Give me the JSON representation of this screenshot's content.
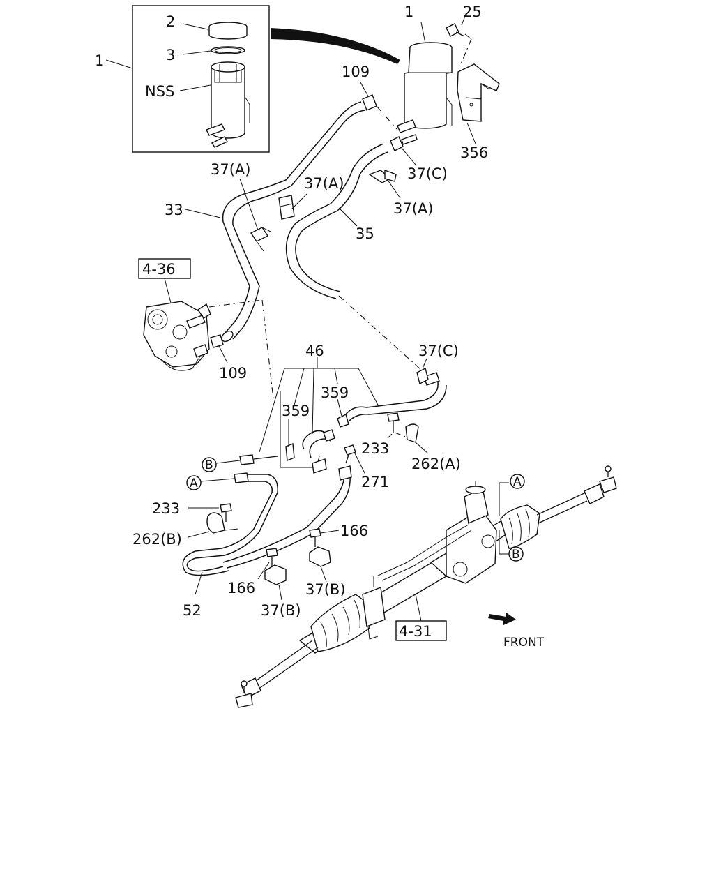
{
  "callouts": {
    "c1_left": "1",
    "c2": "2",
    "c3": "3",
    "nss": "NSS",
    "c1_top": "1",
    "c25": "25",
    "c109_top": "109",
    "c356": "356",
    "c37c_top": "37(C)",
    "c37a_mid": "37(A)",
    "c37a_left": "37(A)",
    "c37a_right": "37(A)",
    "c33": "33",
    "c35": "35",
    "c109_bot": "109",
    "c46": "46",
    "c37c_mid": "37(C)",
    "c359_left": "359",
    "c359_right": "359",
    "c233_top": "233",
    "c262a": "262(A)",
    "c271": "271",
    "c233_left": "233",
    "c262b": "262(B)",
    "c166_right": "166",
    "c166_left": "166",
    "c37b_right": "37(B)",
    "c37b_left": "37(B)",
    "c52": "52"
  },
  "refs": {
    "ref_4_36": "4-36",
    "ref_4_31": "4-31"
  },
  "markers": {
    "a_left": "A",
    "b_left": "B",
    "a_right": "A",
    "b_right": "B"
  },
  "front_label": "FRONT"
}
